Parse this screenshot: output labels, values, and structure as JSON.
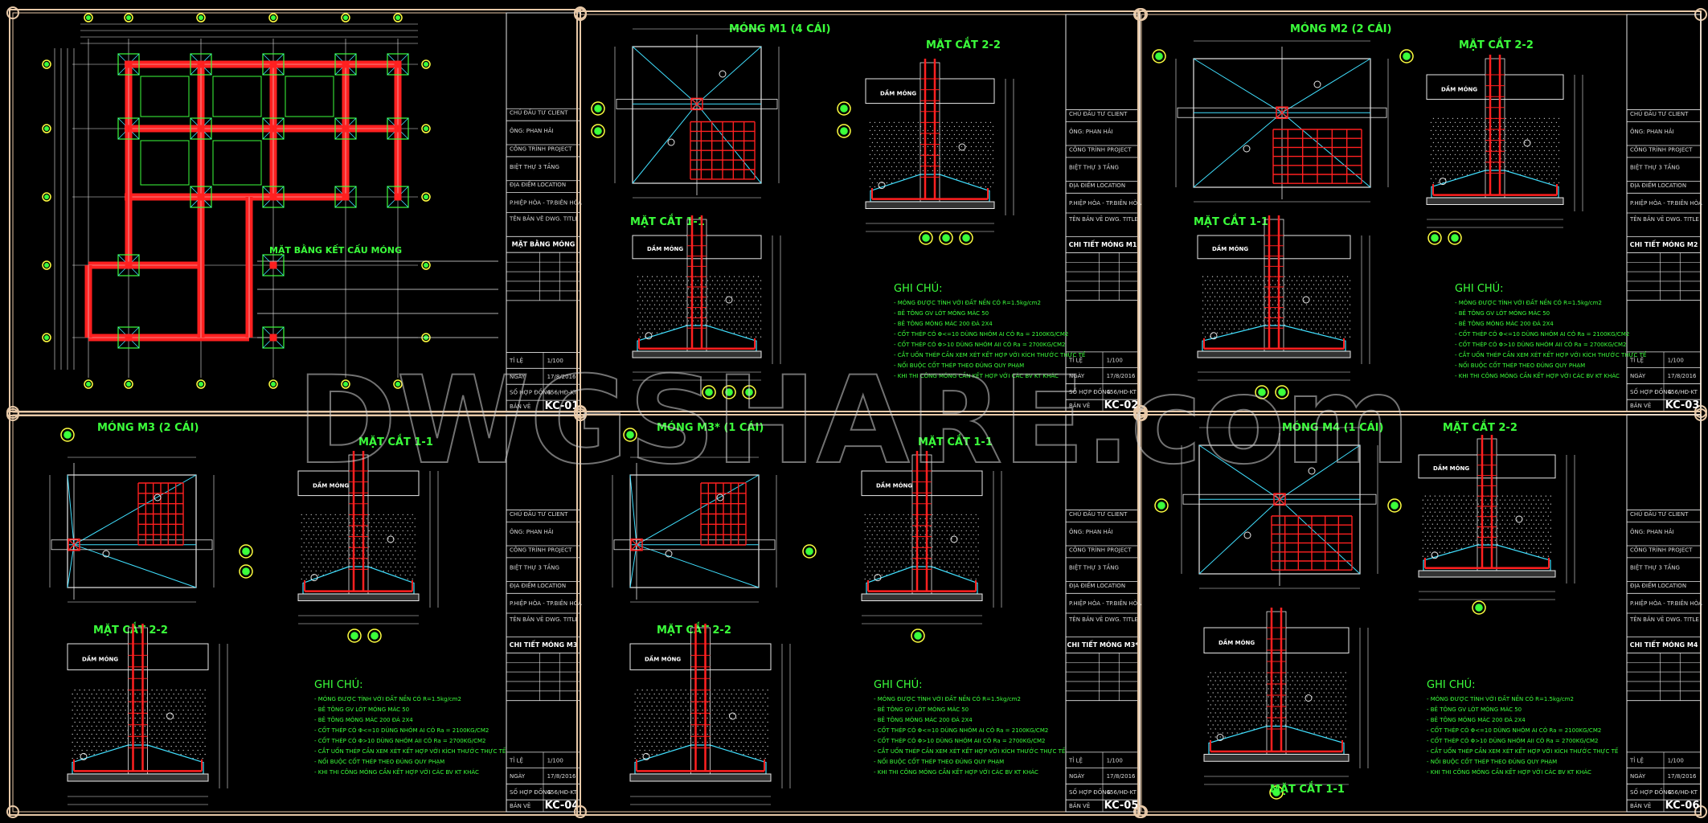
{
  "watermark": "DWGSHARE.com",
  "colors": {
    "background": "#000000",
    "frame": "#e8c9a8",
    "green": "#3bff3b",
    "red": "#ff2020",
    "cyan": "#40e0ff",
    "white": "#e8e8e8",
    "yellow": "#ffff40"
  },
  "titleblock": {
    "owner": "CHỦ ĐẦU TƯ     CLIENT",
    "owner_name": "ÔNG: PHAN HẢI",
    "project_label": "CÔNG TRÌNH     PROJECT",
    "project_name": "BIỆT THỰ 3 TẦNG",
    "location_label": "ĐỊA ĐIỂM     LOCATION",
    "location_name": "P.HIỆP HÒA - TP.BIÊN HÒA",
    "drawing_label": "TÊN BẢN VẼ     DWG. TITLE",
    "scale_label": "TỈ LỆ",
    "scale_value": "1/100",
    "date_label": "NGÀY",
    "date_value": "17/8/2016",
    "contract_label": "SỐ HỢP ĐỒNG",
    "contract_value": "456/HĐ-KT",
    "sheet_label": "BẢN VẼ"
  },
  "sheets": [
    {
      "id": "plan",
      "title": "MẶT BẰNG KẾT CẤU MÓNG",
      "dwg_title": "MẶT BẰNG MÓNG",
      "code": "KC-01"
    },
    {
      "id": "m1",
      "title": "MÓNG M1 (4 CÁI)",
      "dwg_title": "CHI TIẾT MÓNG M1",
      "code": "KC-02",
      "sec_a": "MẶT CẮT 2-2",
      "sec_b": "MẶT CẮT 1-1"
    },
    {
      "id": "m2",
      "title": "MÓNG M2 (2 CÁI)",
      "dwg_title": "CHI TIẾT MÓNG M2",
      "code": "KC-03",
      "sec_a": "MẶT CẮT 2-2",
      "sec_b": "MẶT CẮT 1-1"
    },
    {
      "id": "m3",
      "title": "MÓNG M3 (2 CÁI)",
      "dwg_title": "CHI TIẾT MÓNG M3",
      "code": "KC-04",
      "sec_a": "MẶT CẮT 1-1",
      "sec_b": "MẶT CẮT 2-2"
    },
    {
      "id": "m3p",
      "title": "MÓNG M3* (1 CÁI)",
      "dwg_title": "CHI TIẾT MÓNG M3*",
      "code": "KC-05",
      "sec_a": "MẶT CẮT 1-1",
      "sec_b": "MẶT CẮT 2-2"
    },
    {
      "id": "m4",
      "title": "MÓNG M4 (1 CÁI)",
      "dwg_title": "CHI TIẾT MÓNG M4",
      "code": "KC-06",
      "sec_a": "MẶT CẮT 2-2",
      "sec_b": "MẶT CẮT 1-1"
    }
  ],
  "beam_label": "DẦM MÓNG",
  "notes": {
    "title": "GHI CHÚ:",
    "lines": [
      "- MÓNG ĐƯỢC TÍNH VỚI ĐẤT NỀN CÓ R=1.5kg/cm2",
      "- BÊ TÔNG GV LÓT MÓNG MÁC 50",
      "- BÊ TÔNG MÓNG MÁC 200 ĐÁ 2X4",
      "- CỐT THÉP CÓ Φ<=10 DÙNG NHÓM AI CÓ Ra = 2100KG/CM2",
      "- CỐT THÉP CÓ Φ>10 DÙNG NHÓM AII CÓ Ra = 2700KG/CM2",
      "- CẮT UỐN THÉP CẦN XEM XÉT KẾT HỢP VỚI KÍCH THƯỚC THỰC TẾ",
      "- NỐI BUỘC CỐT THÉP THEO ĐÚNG QUY PHẠM",
      "- KHI THI CÔNG MÓNG CẦN KẾT HỢP VỚI CÁC BV KT KHÁC"
    ]
  }
}
